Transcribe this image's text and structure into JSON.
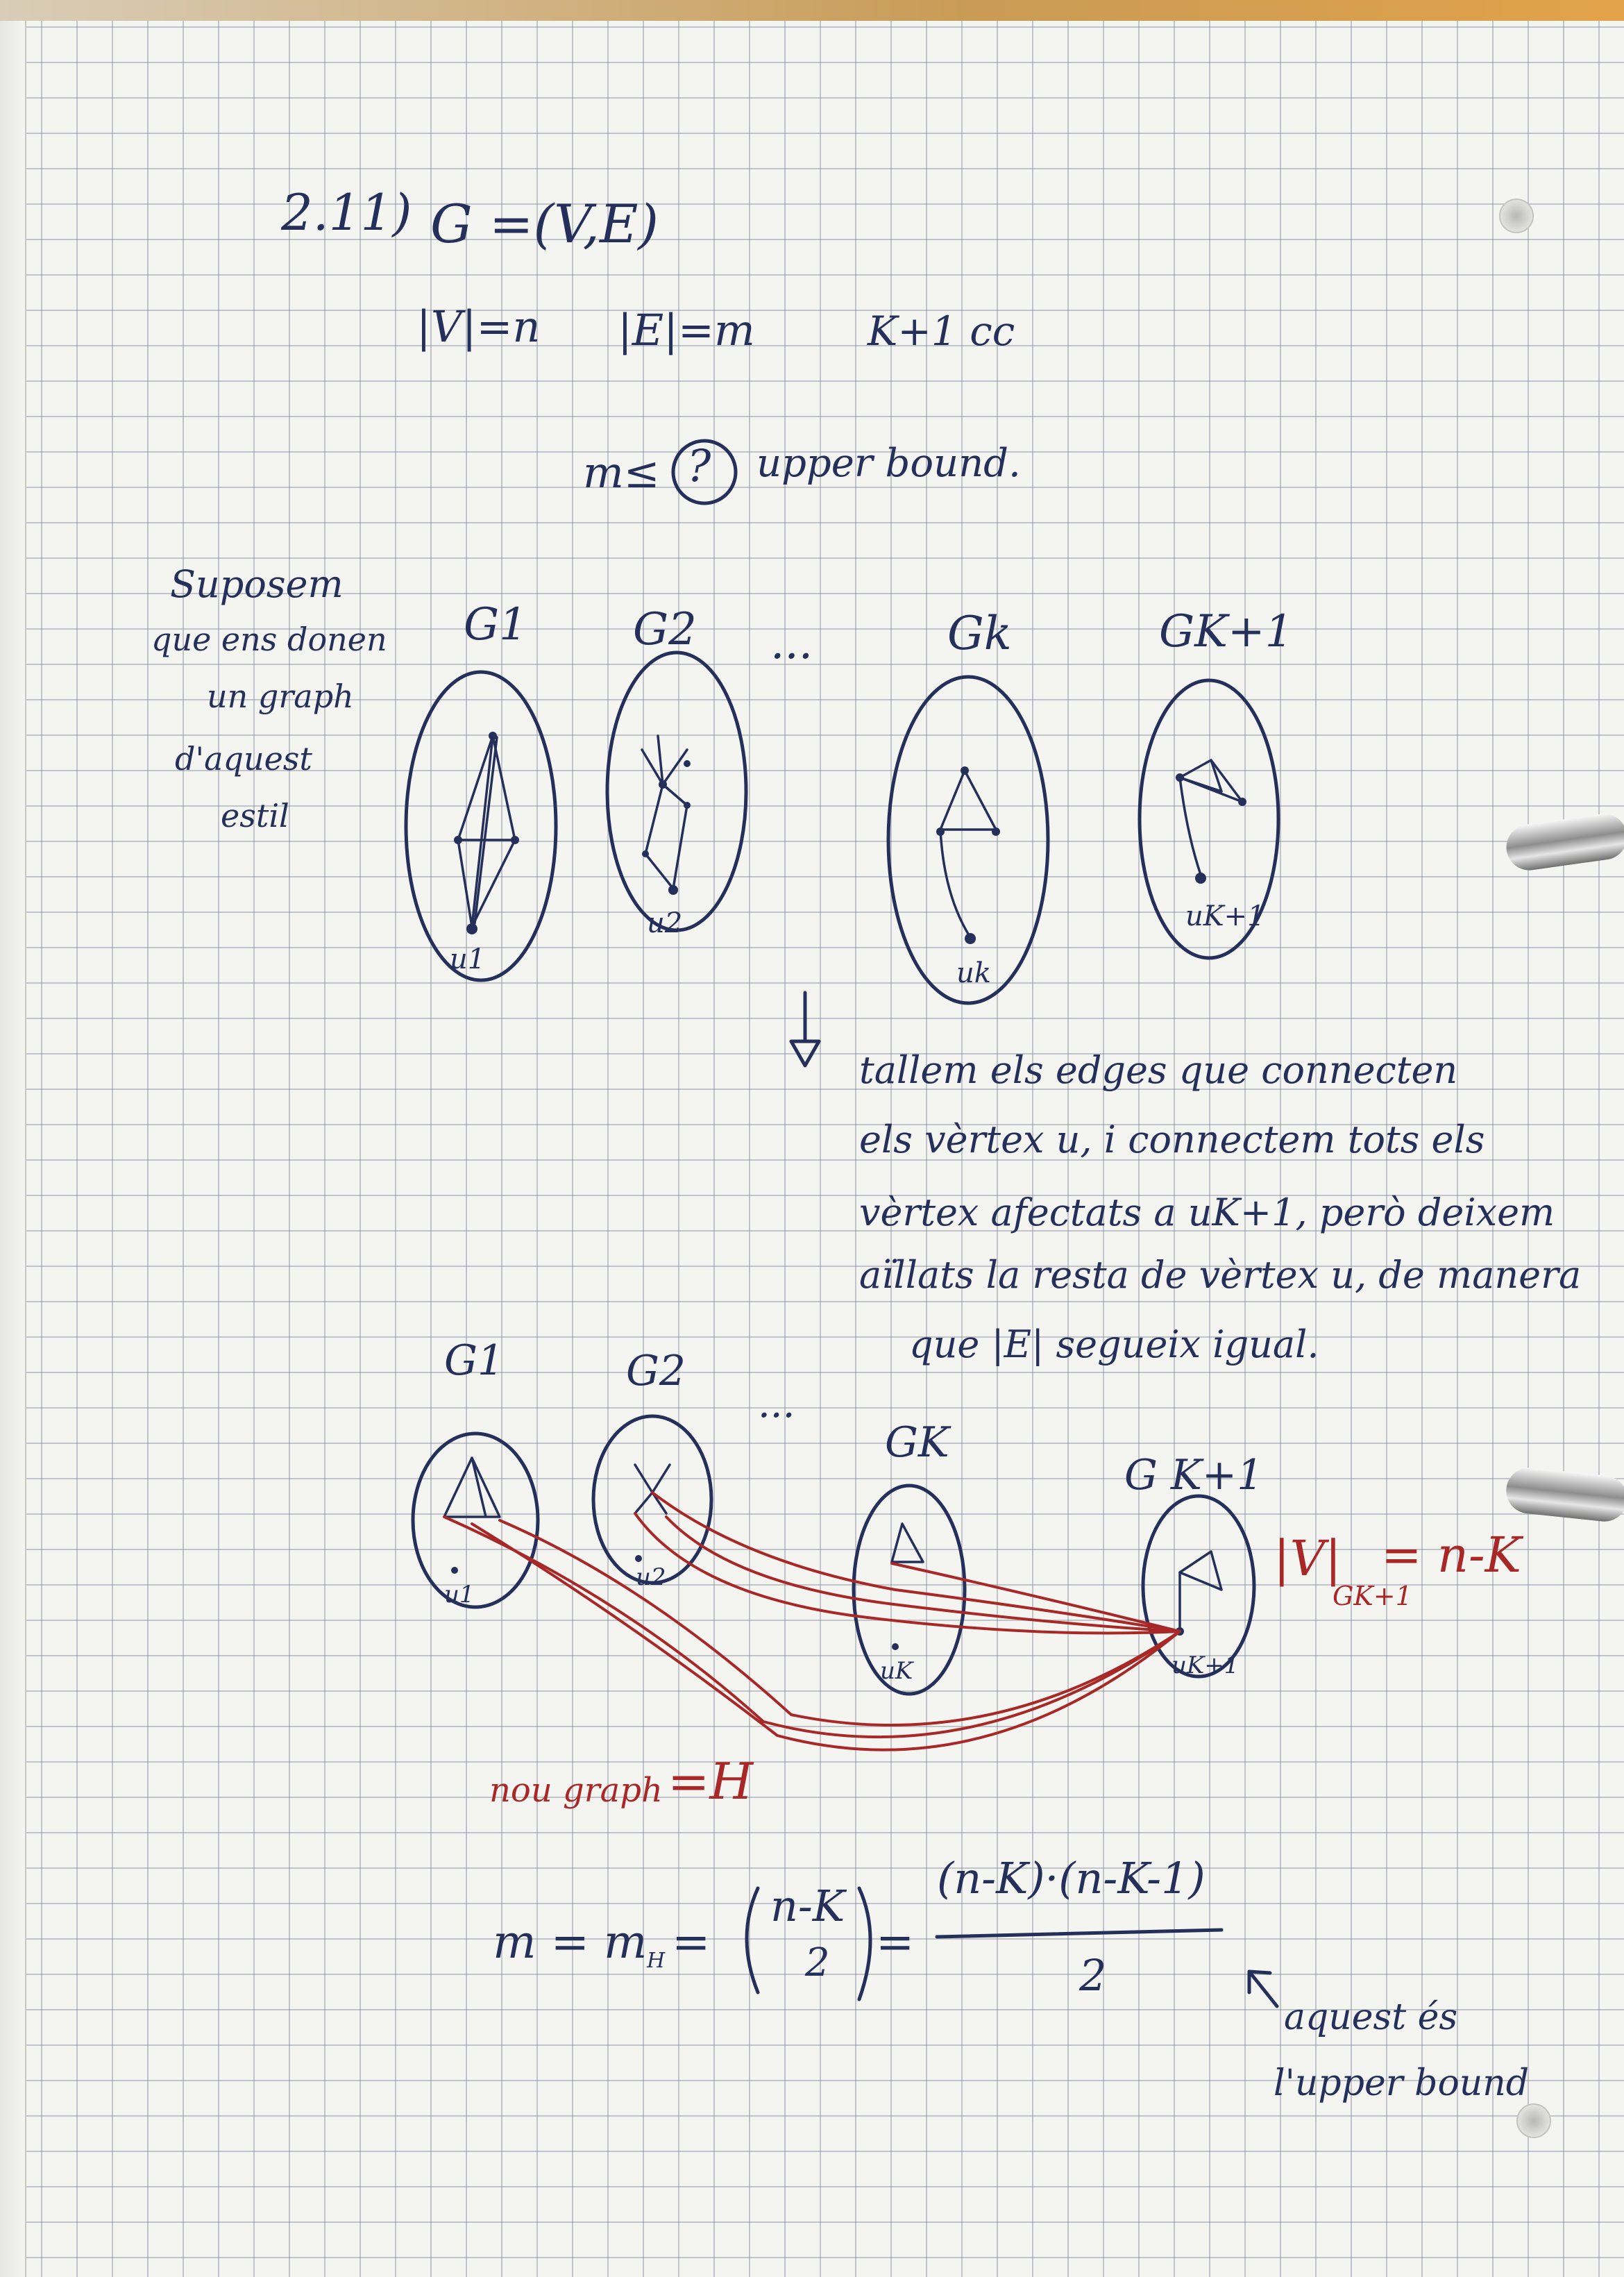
{
  "problem": {
    "number": "2.11)",
    "graph_def": "G =(V,E)",
    "vertices": "|V|=n",
    "edges": "|E|=m",
    "components": "K+1 cc",
    "question_left": "m≤",
    "question_mark": "?",
    "question_right": "upper bound."
  },
  "side_note": {
    "line1": "Suposem",
    "line2": "que ens donen",
    "line3": "un graph",
    "line4": "d'aquest",
    "line5": "estil"
  },
  "first_row": {
    "labels": [
      "G1",
      "G2",
      "Gk",
      "GK+1"
    ],
    "ellipsis": "...",
    "vertex_labels": [
      "u1",
      "u2",
      "uk",
      "uK+1"
    ]
  },
  "explanation": {
    "line1": "tallem els edges que connecten",
    "line2": "els vèrtex u, i connectem tots els",
    "line3": "vèrtex afectats a uK+1, però deixem",
    "line4": "aïllats la resta de vèrtex u, de manera",
    "line5": "que |E| segueix igual."
  },
  "second_row": {
    "labels": [
      "G1",
      "G2",
      "GK",
      "G K+1"
    ],
    "ellipsis": "...",
    "vertex_labels": [
      "u1",
      "u2",
      "uK",
      "uK+1"
    ],
    "size_annotation_main": "|V|",
    "size_annotation_sub": "GK+1",
    "size_annotation_eq": "= n-K"
  },
  "new_graph": {
    "label": "nou graph",
    "name": "=H"
  },
  "formula": {
    "lhs": "m = m",
    "lhs_sub": "H",
    "eq1": "=",
    "binom_top": "n-K",
    "binom_bottom": "2",
    "eq2": "=",
    "frac_num": "(n-K)·(n-K-1)",
    "frac_den": "2"
  },
  "conclusion": {
    "line1": "aquest és",
    "line2": "l'upper bound"
  },
  "colors": {
    "ink": "#24305a",
    "red_ink": "#a82828",
    "paper": "#f4f4f1",
    "grid": "#6e788c"
  }
}
